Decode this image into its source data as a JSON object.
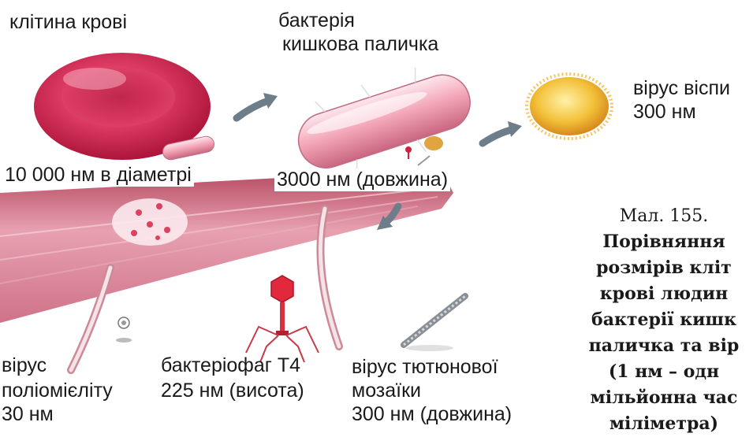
{
  "labels": {
    "blood_cell": "клітина крові",
    "bacterium_line1": "бактерія",
    "bacterium_line2": "кишкова паличка",
    "smallpox_line1": "вірус віспи",
    "smallpox_line2": "300 нм",
    "blood_cell_size": "10 000 нм в діаметрі",
    "bacterium_size": "3000 нм (довжина)",
    "polio_line1": "вірус",
    "polio_line2": "поліомієліту",
    "polio_line3": "30 нм",
    "phage_line1": "бактеріофаг Т4",
    "phage_line2": "225 нм (висота)",
    "tmv_line1": "вірус тютюнової",
    "tmv_line2": "мозаїки",
    "tmv_line3": "300 нм (довжина)"
  },
  "caption": {
    "line1": "Мал. 155.",
    "line2": "Порівняння",
    "line3": "розмірів кліт",
    "line4": "крові людин",
    "line5": "бактерії кишк",
    "line6": "паличка та вір",
    "line7": "(1 нм – одн",
    "line8": "мільйонна час",
    "line9": "міліметра)"
  },
  "colors": {
    "blood_red": "#d81e4e",
    "bacterium_pink": "#ef9fb0",
    "vessel_pink": "#c9566f",
    "arrow_grey": "#6d7d8a",
    "smallpox_yellow": "#f2c23a"
  }
}
